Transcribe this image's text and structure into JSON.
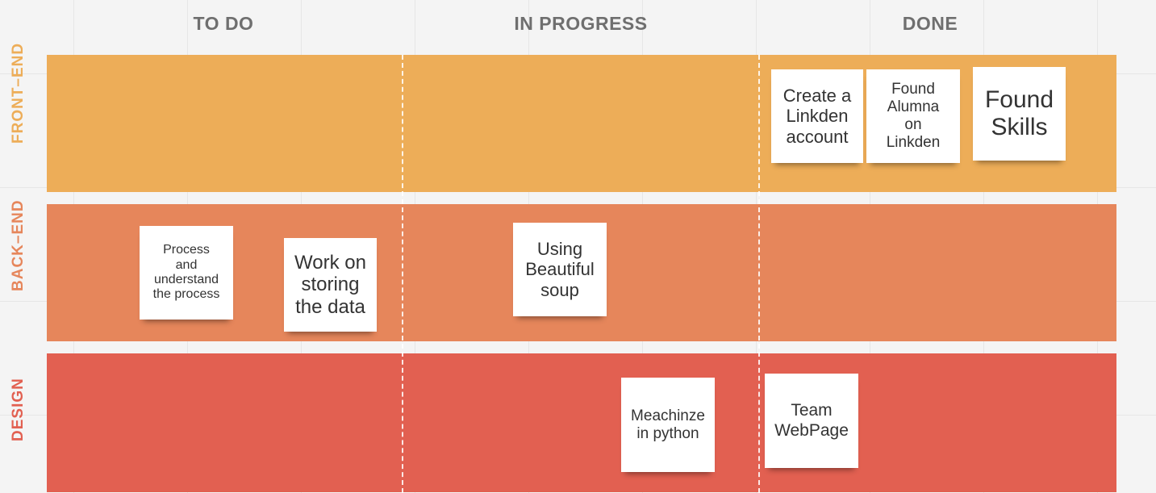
{
  "columns": {
    "todo": "TO DO",
    "in_progress": "IN PROGRESS",
    "done": "DONE"
  },
  "lanes": {
    "front_end": "FRONT–END",
    "back_end": "BACK–END",
    "design": "DESIGN"
  },
  "colors": {
    "front_end": "#edad58",
    "back_end": "#e6865b",
    "design": "#e26051",
    "front_end_label": "#edad58",
    "back_end_label": "#e6865b",
    "design_label": "#e26051"
  },
  "notes": {
    "create_linkden": "Create a\nLinkden\naccount",
    "found_alumna": "Found\nAlumna\non\nLinkden",
    "found_skills": "Found\nSkills",
    "process_understand": "Process\nand\nunderstand\nthe process",
    "work_on_storing": "Work on\nstoring\nthe data",
    "using_beautiful_soup": "Using\nBeautiful\nsoup",
    "meachinze_python": "Meachinze\nin python",
    "team_webpage": "Team\nWebPage"
  }
}
